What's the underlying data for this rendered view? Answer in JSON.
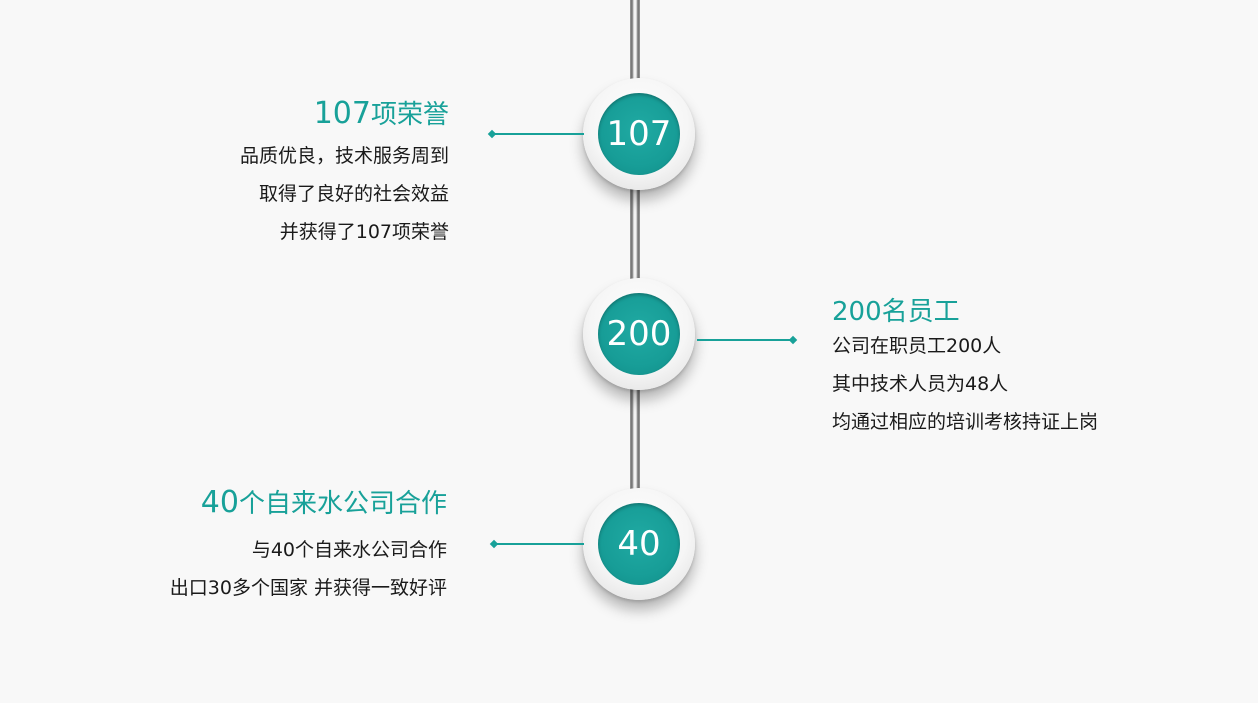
{
  "milestones": [
    {
      "node_label": "107",
      "title_number": "107",
      "title_suffix": "项荣誉",
      "lines": [
        "品质优良，技术服务周到",
        "取得了良好的社会效益",
        "并获得了107项荣誉"
      ]
    },
    {
      "node_label": "200",
      "title_number": "200",
      "title_suffix": "名员工",
      "lines": [
        "公司在职员工200人",
        "其中技术人员为48人",
        "均通过相应的培训考核持证上岗"
      ]
    },
    {
      "node_label": "40",
      "title_number": "40",
      "title_suffix": "个自来水公司合作",
      "lines": [
        "与40个自来水公司合作",
        "出口30多个国家 并获得一致好评"
      ]
    }
  ],
  "colors": {
    "accent": "#18a199",
    "text": "#1a1a1a",
    "background": "#f8f8f8"
  }
}
